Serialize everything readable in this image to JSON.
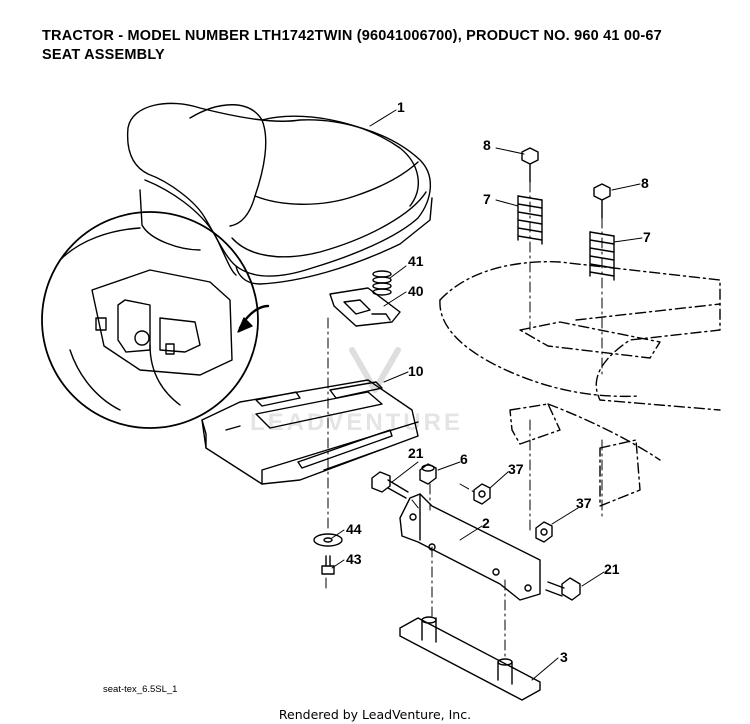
{
  "header": {
    "title_line1": "TRACTOR - MODEL NUMBER   LTH1742TWIN   (96041006700), PRODUCT NO. 960 41 00-67",
    "title_line2": "SEAT ASSEMBLY"
  },
  "callouts": [
    "1",
    "41",
    "40",
    "8",
    "7",
    "8",
    "7",
    "10",
    "21",
    "6",
    "37",
    "37",
    "2",
    "44",
    "43",
    "21",
    "3"
  ],
  "watermark": "LEADVENTURE",
  "drawing_code": "seat-tex_6.5SL_1",
  "footer": "Rendered by LeadVenture, Inc."
}
